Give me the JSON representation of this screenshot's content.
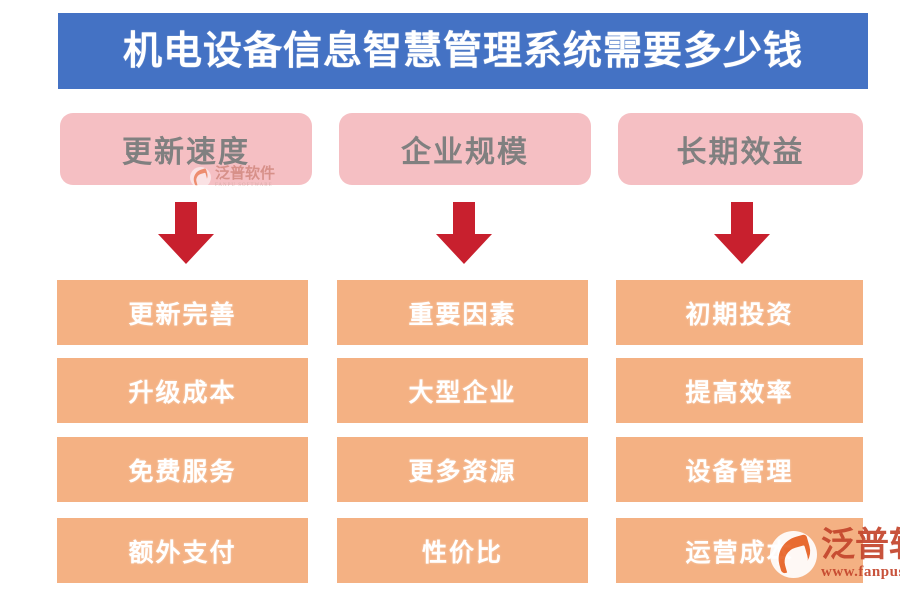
{
  "title": {
    "text": "机电设备信息智慧管理系统需要多少钱",
    "background_color": "#4472C4",
    "text_color": "#FFFFFF"
  },
  "colors": {
    "category_box": "#F5BFC3",
    "category_text": "#808080",
    "item_box": "#F4B183",
    "item_text": "#FFFFFF",
    "arrow": "#C8202E",
    "page_background": "#FFFFFF"
  },
  "columns": [
    {
      "category": "更新速度",
      "arrow": "down-arrow",
      "items": [
        "更新完善",
        "升级成本",
        "免费服务",
        "额外支付"
      ]
    },
    {
      "category": "企业规模",
      "arrow": "down-arrow",
      "items": [
        "重要因素",
        "大型企业",
        "更多资源",
        "性价比"
      ]
    },
    {
      "category": "长期效益",
      "arrow": "down-arrow",
      "items": [
        "初期投资",
        "提高效率",
        "设备管理",
        "运营成本"
      ]
    }
  ],
  "watermarks": [
    {
      "brand": "泛普软件",
      "sub": "FANPU SOFTWARE"
    },
    {
      "brand": "泛普软件",
      "sub": "www.fanpusoft.com"
    }
  ]
}
